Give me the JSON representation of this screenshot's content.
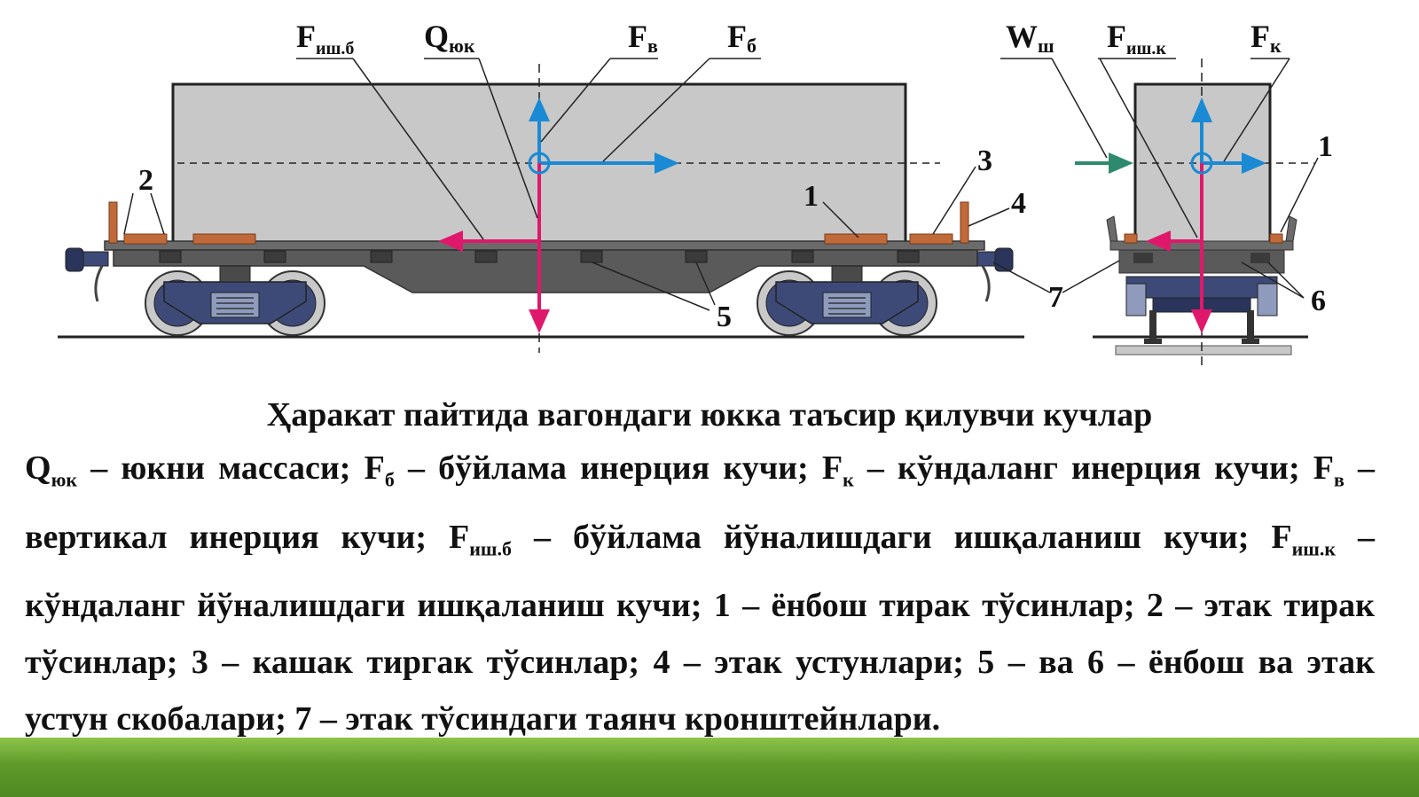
{
  "diagram": {
    "force_labels": {
      "f_ish_b": {
        "base": "F",
        "sub": "иш.б"
      },
      "q_yuk": {
        "base": "Q",
        "sub": "юк"
      },
      "f_v": {
        "base": "F",
        "sub": "в"
      },
      "f_b": {
        "base": "F",
        "sub": "б"
      },
      "w_sh": {
        "base": "W",
        "sub": "ш"
      },
      "f_ish_k": {
        "base": "F",
        "sub": "иш.к"
      },
      "f_k": {
        "base": "F",
        "sub": "к"
      }
    },
    "part_numbers": [
      "1",
      "2",
      "3",
      "4",
      "5",
      "6",
      "7",
      "1"
    ],
    "colors": {
      "cargo": "#c8c8c8",
      "frame": "#5a5a5a",
      "blocks": "#c06a3a",
      "bogie": "#3d4a78",
      "vertical_force": "#e0186c",
      "horizontal_force": "#1a8ad4",
      "wind_force": "#2e8a6e",
      "green_bar": "#6aa832"
    }
  },
  "caption": "Ҳаракат пайтида вагондаги юкка таъсир қилувчи кучлар",
  "legend": {
    "q_base": "Q",
    "q_sub": "юк",
    "q_text": " – юкни массаси; ",
    "fb_base": "F",
    "fb_sub": "б",
    "fb_text": " – бўйлама инерция кучи; ",
    "fk_base": "F",
    "fk_sub": "к",
    "fk_text": " – кўндаланг инерция кучи; ",
    "fv_base": "F",
    "fv_sub": "в",
    "fv_text": " – вертикал инерция кучи; ",
    "fishb_base": "F",
    "fishb_sub": "иш.б",
    "fishb_text": " – бўйлама йўналишдаги ишқаланиш кучи; ",
    "fishk_base": "F",
    "fishk_sub": "иш.к",
    "fishk_text": " –кўндаланг йўналишдаги ишқаланиш кучи; ",
    "rest": "1 – ёнбош тирак тўсинлар; 2 – этак тирак тўсинлар; 3 – кашак тиргак тўсинлар; 4 – этак устунлари; 5 – ва 6 – ёнбош ва этак устун скобалари; 7 – этак тўсиндаги таянч кронштейнлари."
  }
}
